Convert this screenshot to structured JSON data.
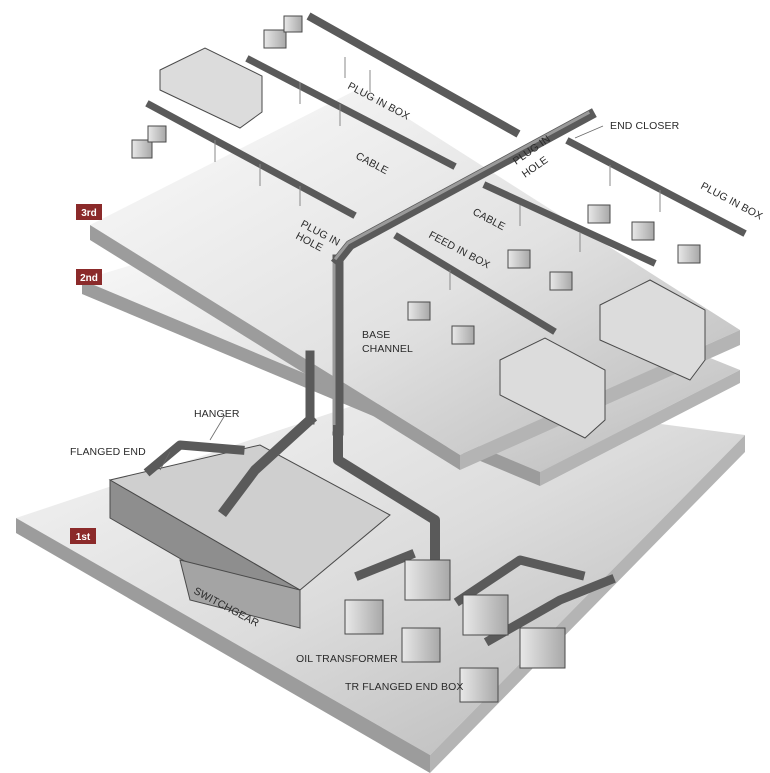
{
  "floors": [
    {
      "id": "third",
      "tag": "3rd"
    },
    {
      "id": "second",
      "tag": "2nd"
    },
    {
      "id": "first",
      "tag": "1st"
    }
  ],
  "labels": {
    "plug_in_box_top": "PLUG IN BOX",
    "cable_top": "CABLE",
    "plug_in_hole_left": [
      "PLUG IN",
      "HOLE"
    ],
    "end_closer": "END CLOSER",
    "plug_in_hole_right": [
      "PLUG IN",
      "HOLE"
    ],
    "plug_in_box_right": "PLUG IN BOX",
    "cable_mid": "CABLE",
    "feed_in_box": "FEED IN BOX",
    "base_channel": [
      "BASE",
      "CHANNEL"
    ],
    "hanger": "HANGER",
    "flanged_end": "FLANGED END",
    "switchgear": "SWITCHGEAR",
    "oil_transformer": "OIL TRANSFORMER",
    "tr_flanged_end_box": "TR FLANGED END BOX"
  },
  "colors": {
    "tag_bg": "#8b2a2a",
    "floor_top_light": "#f3f3f3",
    "floor_top_dark": "#bdbdbd",
    "duct_dark": "#5a5a5a",
    "equipment": "#d8d8d8"
  }
}
